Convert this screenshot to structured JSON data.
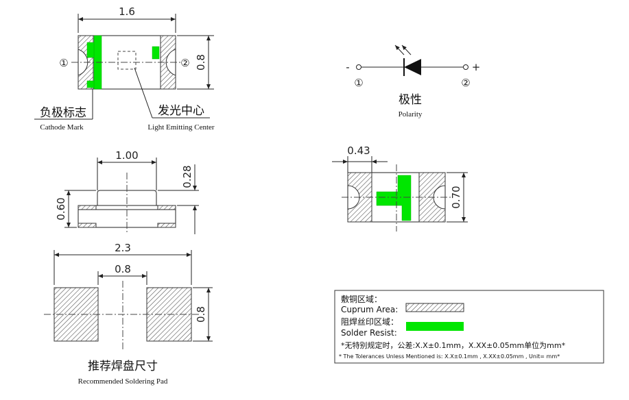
{
  "top_view": {
    "width_dim": "1.6",
    "height_dim": "0.8",
    "pin1": "①",
    "pin2": "②",
    "cathode_cn": "负极标志",
    "cathode_en": "Cathode Mark",
    "center_cn": "发光中心",
    "center_en": "Light Emitting Center"
  },
  "polarity": {
    "minus": "-",
    "plus": "+",
    "pin1": "①",
    "pin2": "②",
    "title_cn": "极性",
    "title_en": "Polarity"
  },
  "side_view": {
    "lens_width": "1.00",
    "lens_height": "0.28",
    "total_height": "0.60"
  },
  "bottom_view": {
    "pad_width": "0.43",
    "height": "0.70"
  },
  "pad_layout": {
    "total_width": "2.3",
    "gap": "0.8",
    "height": "0.8",
    "title_cn": "推荐焊盘尺寸",
    "title_en": "Recommended Soldering Pad"
  },
  "legend": {
    "cuprum_cn": "敷铜区域：",
    "cuprum_en": "Cuprum Area:",
    "resist_cn": "阻焊丝印区域：",
    "resist_en": "Solder Resist:",
    "tol_cn": "*无特别规定时，公差:X.X±0.1mm，X.XX±0.05mm单位为mm*",
    "tol_en": "* The Tolerances Unless Mentioned is: X.X±0.1mm ,  X.XX±0.05mm , Unit= mm*"
  },
  "colors": {
    "solder_resist": "#00e600",
    "line": "#222222"
  }
}
